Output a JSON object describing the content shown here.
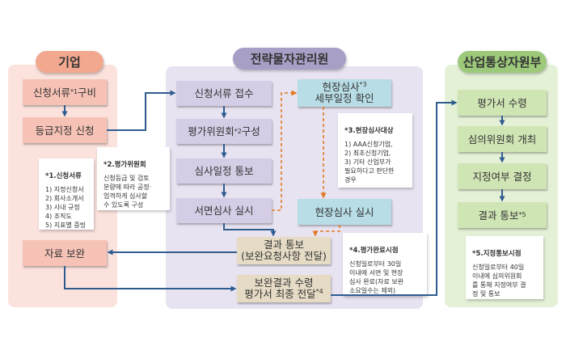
{
  "colors": {
    "company_panel": "#fbe2dd",
    "company_box": "#f6c2b6",
    "company_header": "#f2a88f",
    "center_panel": "#e8e3f1",
    "center_box": "#d5cde5",
    "center_header": "#a99fc6",
    "onsite_box": "#b8dde6",
    "result_box": "#e6dcc6",
    "ministry_panel": "#e5f1d7",
    "ministry_box": "#cfe5b4",
    "ministry_header": "#9cc97a",
    "arrow_blue": "#2f5c8f",
    "arrow_orange": "#e07b22"
  },
  "headers": {
    "company": "기업",
    "center": "전략물자관리원",
    "ministry": "산업통상자원부"
  },
  "company": {
    "prepare_docs": {
      "text": "신청서류",
      "sup": "*1",
      "text2": " 구비"
    },
    "apply": "등급지정 신청",
    "supplement": "자료 보완"
  },
  "center": {
    "receive": "신청서류 접수",
    "committee": {
      "text": "평가위원회",
      "sup": "*2",
      "text2": " 구성"
    },
    "notify_schedule": "심사일정 통보",
    "paper_review": "서면심사 실시",
    "onsite_confirm": {
      "line1": "현장심사",
      "sup": "*3",
      "line2": "세부일정 확인"
    },
    "onsite_exec": "현장심사 실시",
    "result_notice": {
      "line1": "결과 통보",
      "line2": "(보완요청사항 전달)"
    },
    "final_report": {
      "line1": "보완결과 수령",
      "line2": "평가서 최종 전달",
      "sup": "*4"
    }
  },
  "ministry": {
    "receive_report": "평가서 수령",
    "council": "심의위원회 개최",
    "decide": "지정여부 결정",
    "notify": {
      "text": "결과 통보",
      "sup": "*5"
    }
  },
  "notes": {
    "n1": {
      "title": "*1.신청서류",
      "body": "1) 지정신청서\n2) 회사소개서\n3) 사내 규정\n4) 조직도\n5) 지표별 증빙"
    },
    "n2": {
      "title": "*2.평가위원회",
      "body": "신청등급 및 검토\n분량에 따라 공정·\n엄격하게 심사할\n수 있도록 구성"
    },
    "n3": {
      "title": "*3.현장심사대상",
      "body": "1) AAA신청기업,\n2) 최초신청기업,\n3) 기타 산업부가\n필요하다고 판단한\n경우"
    },
    "n4": {
      "title": "*4.평가완료시점",
      "body": "신청일로부터 30일\n이내에 서면 및 현장\n심사 완료(자료 보완\n소요일수는 제외)"
    },
    "n5": {
      "title": "*5.지정통보시점",
      "body": "신청일로부터 40일\n이내에 심의위원회\n를 통해 지정여부 결\n정 및 통보"
    }
  }
}
